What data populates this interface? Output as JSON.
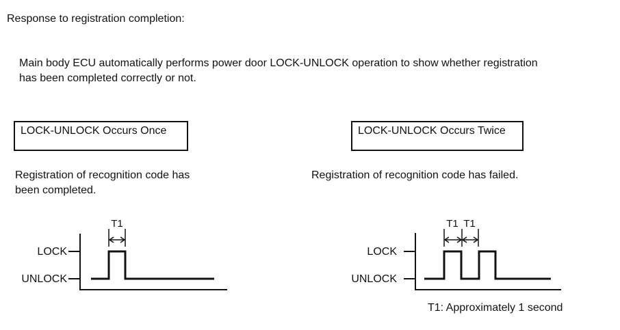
{
  "header": {
    "title": "Response to registration completion:",
    "description_lines": [
      "Main body ECU automatically performs power door LOCK-UNLOCK operation to show whether registration",
      "has been completed correctly or not."
    ]
  },
  "left_column": {
    "box_label": "LOCK-UNLOCK Occurs Once",
    "result_lines": [
      "Registration of recognition code has",
      "been completed."
    ]
  },
  "right_column": {
    "box_label": "LOCK-UNLOCK Occurs Twice",
    "result_text": "Registration of recognition code has failed."
  },
  "waveform": {
    "lock_label": "LOCK",
    "unlock_label": "UNLOCK",
    "t1_label": "T1",
    "left_diagram": {
      "pulse_count": 1,
      "sequence": [
        "UNLOCK",
        "LOCK (T1)",
        "UNLOCK"
      ]
    },
    "right_diagram": {
      "pulse_count": 2,
      "sequence": [
        "UNLOCK",
        "LOCK (T1)",
        "UNLOCK (T1)",
        "LOCK",
        "UNLOCK"
      ]
    }
  },
  "footnote": "T1: Approximately 1 second",
  "colors": {
    "ink": "#111111",
    "background": "#ffffff"
  }
}
